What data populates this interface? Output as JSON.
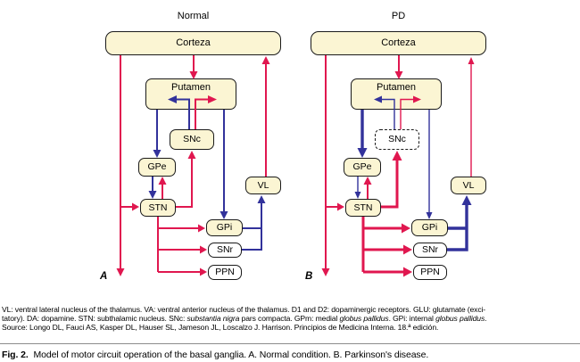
{
  "colors": {
    "red": "#e0174f",
    "blue": "#32329b",
    "box-fill": "#fbf5d3",
    "box-border": "#1a1a1a",
    "rule": "#8c8c8c"
  },
  "panels": [
    {
      "title": "Normal",
      "letter": "A"
    },
    {
      "title": "PD",
      "letter": "B"
    }
  ],
  "boxes": {
    "cortex": "Corteza",
    "putamen": "Putamen",
    "snc": "SNc",
    "gpe": "GPe",
    "stn": "STN",
    "vl": "VL",
    "gpi": "GPi",
    "snr": "SNr",
    "ppn": "PPN"
  },
  "abbreviations": {
    "lines": [
      {
        "runs": [
          {
            "t": "VL: ventral lateral nucleus of the thalamus. VA: ventral anterior nucleus of the thalamus. D1 and D2: dopaminergic receptors. GLU: glutamate (exci-",
            "i": false
          }
        ]
      },
      {
        "runs": [
          {
            "t": "tatory). DA: dopamine. STN: subthalamic nucleus. SNc: ",
            "i": false
          },
          {
            "t": "substantia nigra",
            "i": true
          },
          {
            "t": " pars compacta. GPm: medial ",
            "i": false
          },
          {
            "t": "globus pallidus",
            "i": true
          },
          {
            "t": ". GPi: internal ",
            "i": false
          },
          {
            "t": "globus pallidus",
            "i": true
          },
          {
            "t": ".",
            "i": false
          }
        ]
      },
      {
        "runs": [
          {
            "t": "Source: Longo DL, Fauci AS, Kasper DL, Hauser SL, Jameson JL, Loscalzo J. Harrison. Principios de Medicina Interna. 18.ª edición.",
            "i": false
          }
        ]
      }
    ]
  },
  "figure_caption": {
    "label": "Fig. 2.",
    "text": " Model of motor circuit operation of the basal ganglia. A. Normal condition. B. Parkinson's disease."
  }
}
